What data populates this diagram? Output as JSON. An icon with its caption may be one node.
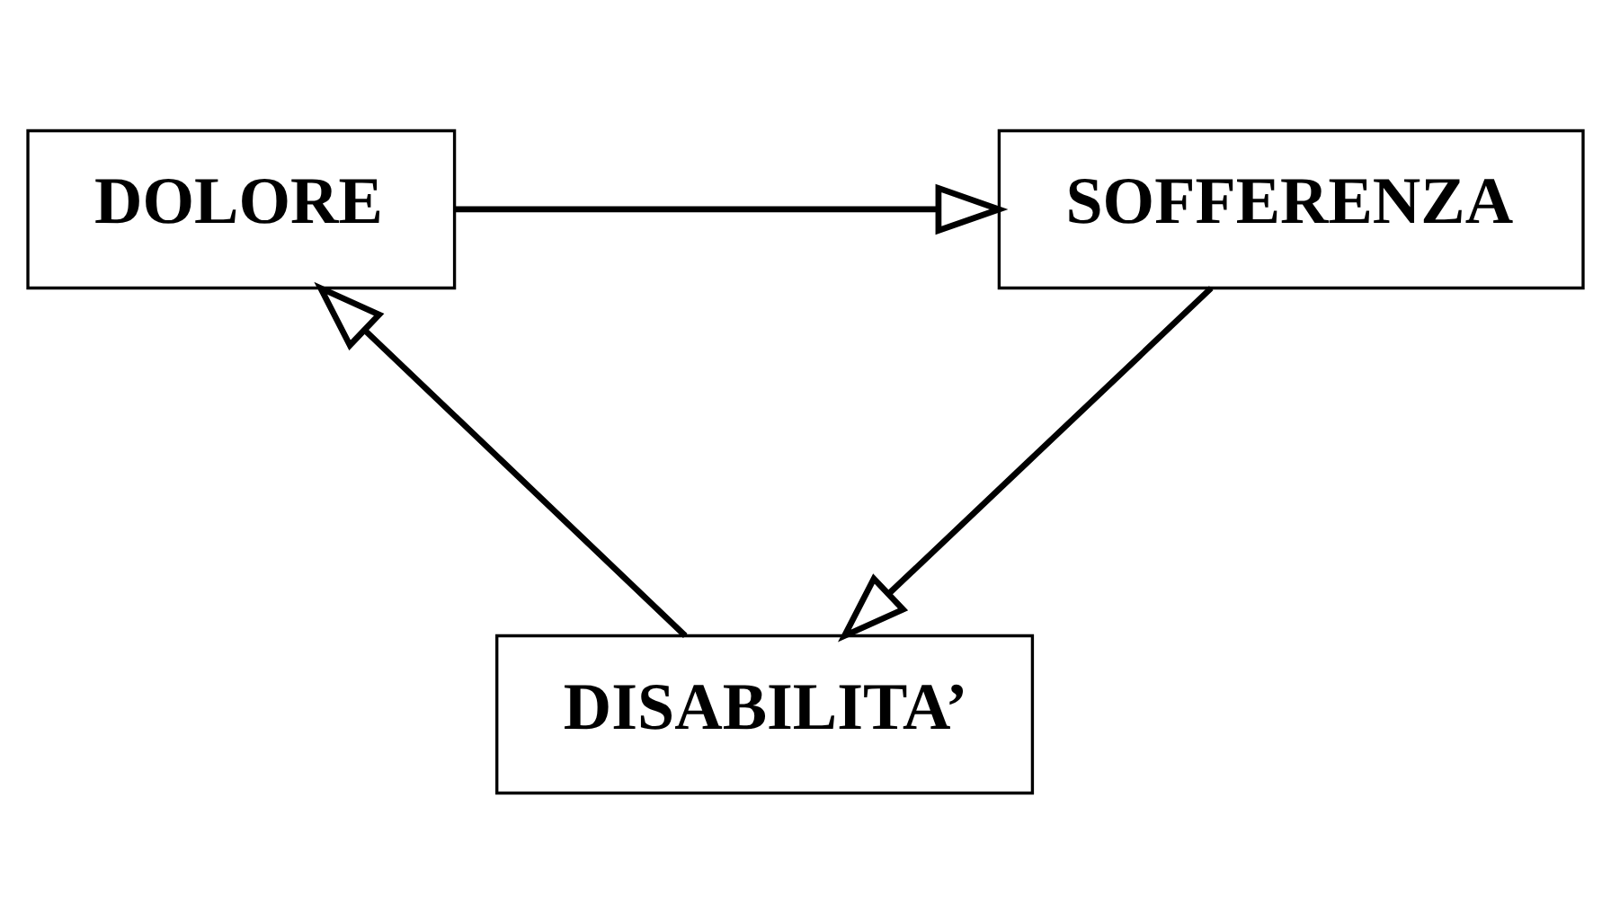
{
  "diagram": {
    "nodes": [
      {
        "text": [
          "DOLORE"
        ]
      },
      {
        "text": [
          "SOFFERENZA"
        ]
      },
      {
        "text": [
          "DISABILITA’"
        ]
      }
    ],
    "edges": [
      {
        "from": 0,
        "to": 1,
        "arrow": "to"
      },
      {
        "from": 1,
        "to": 2,
        "arrow": "to"
      },
      {
        "from": 2,
        "to": 0,
        "arrow": "to"
      }
    ]
  }
}
